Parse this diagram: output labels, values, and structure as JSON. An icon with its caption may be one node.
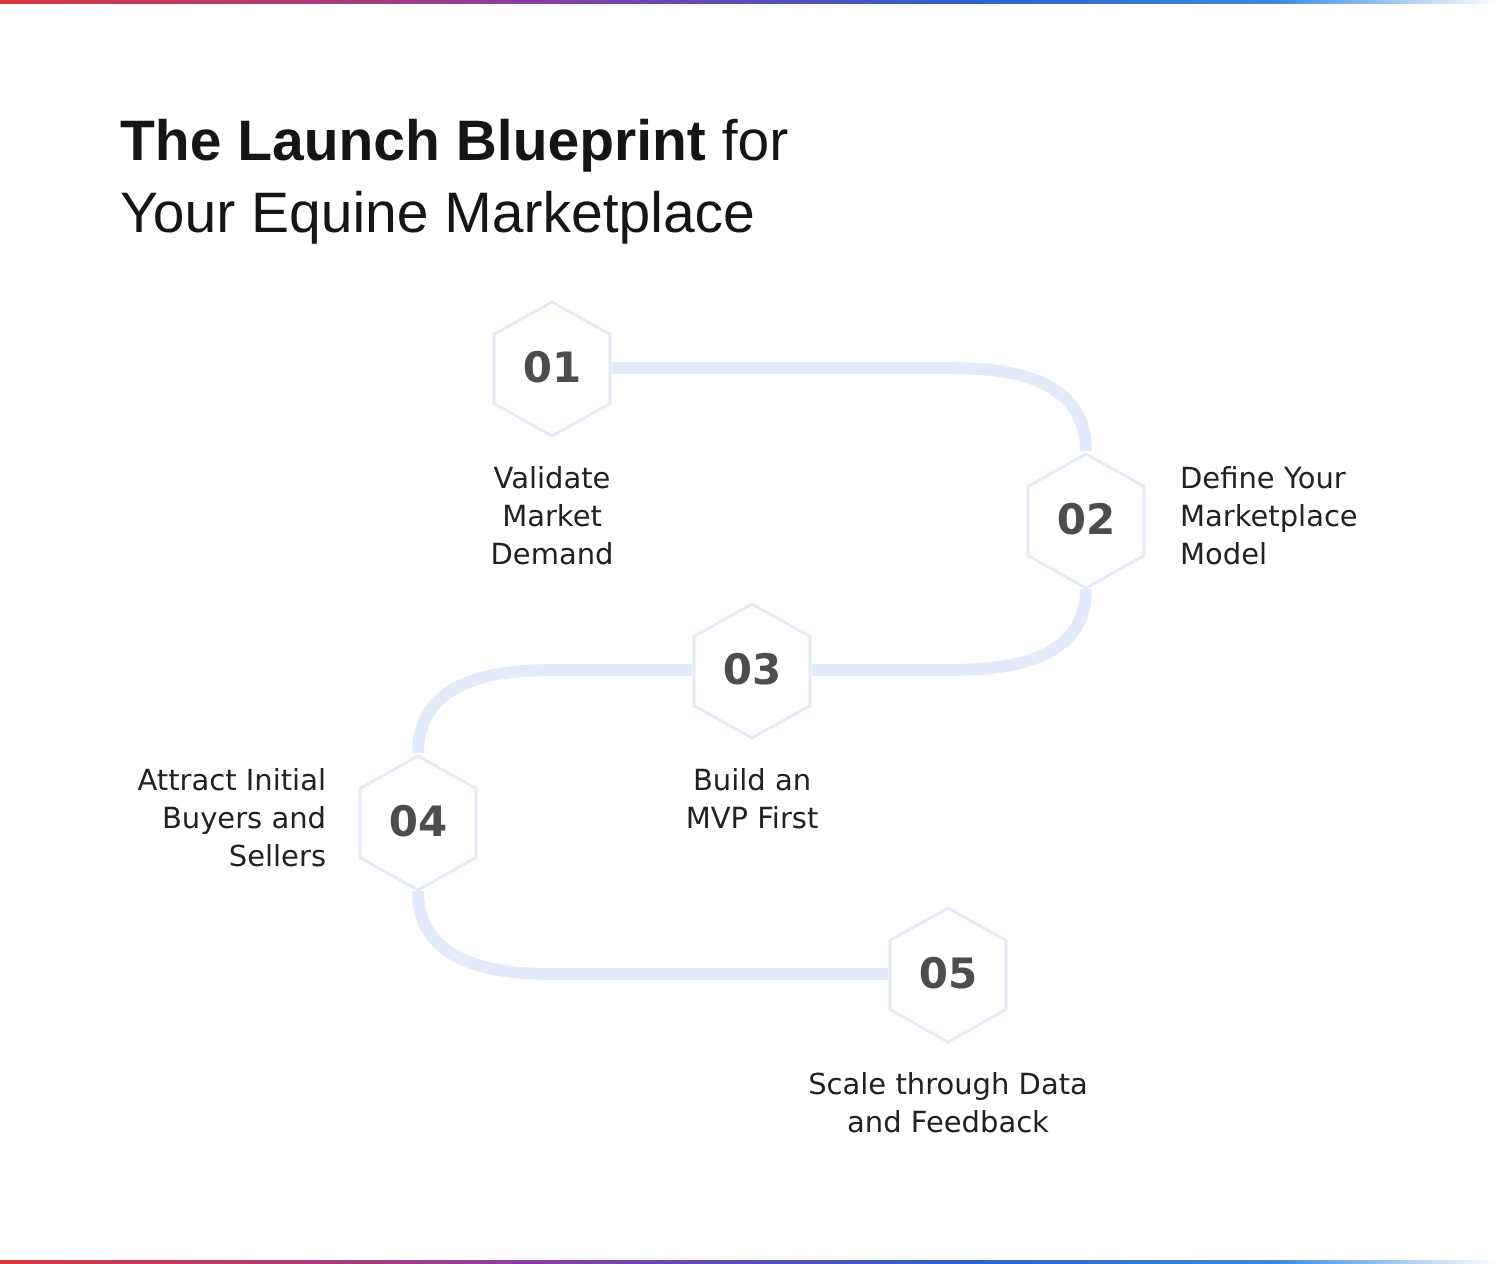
{
  "diagram": {
    "title": "**The Launch Blueprint** for Your Equine Marketplace",
    "nodes": [
      {
        "text": [
          "01"
        ],
        "beside": [
          "Validate Market Demand"
        ]
      },
      {
        "text": [
          "02"
        ],
        "beside": [
          "Define Your Marketplace Model"
        ]
      },
      {
        "text": [
          "03"
        ],
        "beside": [
          "Build an MVP First"
        ]
      },
      {
        "text": [
          "04"
        ],
        "beside": [
          "Attract Initial Buyers and Sellers"
        ]
      },
      {
        "text": [
          "05"
        ],
        "beside": [
          "Scale through Data and Feedback"
        ]
      }
    ],
    "edges": [
      {
        "from": 0,
        "to": 1,
        "arrow": "none"
      },
      {
        "from": 1,
        "to": 2,
        "arrow": "none"
      },
      {
        "from": 2,
        "to": 3,
        "arrow": "none"
      },
      {
        "from": 3,
        "to": 4,
        "arrow": "none"
      }
    ]
  }
}
